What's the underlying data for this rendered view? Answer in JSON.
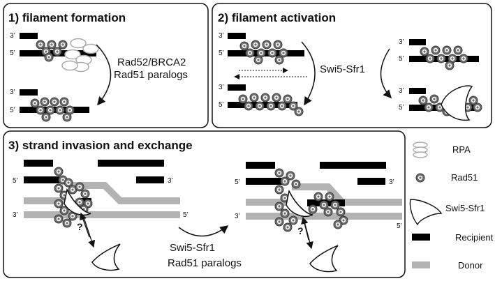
{
  "panels": {
    "p1": {
      "title": "1) filament formation",
      "arrow_label_1": "Rad52/BRCA2",
      "arrow_label_2": "Rad51 paralogs"
    },
    "p2": {
      "title": "2) filament activation",
      "arrow_label": "Swi5-Sfr1"
    },
    "p3": {
      "title": "3) strand invasion and exchange",
      "arrow_label_1": "Swi5-Sfr1",
      "arrow_label_2": "Rad51 paralogs",
      "question_mark": "?"
    }
  },
  "ends": {
    "three_prime": "3’",
    "five_prime": "5’"
  },
  "legend": {
    "rpa": "RPA",
    "rad51": "Rad51",
    "swi5": "Swi5-Sfr1",
    "recipient": "Recipient",
    "donor": "Donor"
  },
  "colors": {
    "recipient": "#000000",
    "donor": "#b3b3b3",
    "rad51_outer": "#6e6e6e",
    "rpa_stroke": "#aaaaaa"
  }
}
